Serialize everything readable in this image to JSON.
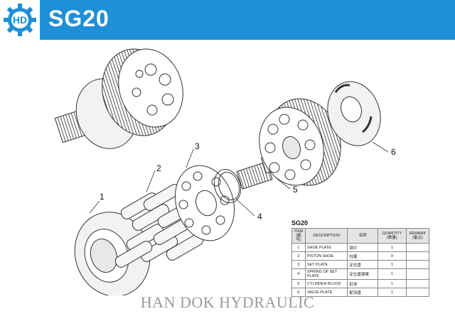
{
  "header": {
    "model": "SG20"
  },
  "logo": {
    "letters": "HD",
    "icon": "gear-logo-icon",
    "color": "#1f8fd6"
  },
  "callouts": [
    "1",
    "2",
    "3",
    "4",
    "5",
    "6"
  ],
  "parts_table": {
    "title": "SG20",
    "headers": [
      "ITEM (編号)",
      "DESCRIPTION",
      "名称",
      "QUANTITY (数量)",
      "REMARK (备注)"
    ],
    "rows": [
      {
        "item": "1",
        "description": "SHOE PLATE",
        "name_cn": "钢片",
        "quantity": "1",
        "remark": ""
      },
      {
        "item": "2",
        "description": "PISTON SHOE",
        "name_cn": "柱塞",
        "quantity": "9",
        "remark": ""
      },
      {
        "item": "3",
        "description": "SET PLATE",
        "name_cn": "定位盘",
        "quantity": "1",
        "remark": ""
      },
      {
        "item": "4",
        "description": "SPRING OF SET PLATE",
        "name_cn": "定位盘弹簧",
        "quantity": "1",
        "remark": ""
      },
      {
        "item": "5",
        "description": "CYLINDER BLOCK",
        "name_cn": "缸体",
        "quantity": "1",
        "remark": ""
      },
      {
        "item": "6",
        "description": "VALVE PLATE",
        "name_cn": "配流盘",
        "quantity": "1",
        "remark": ""
      }
    ]
  },
  "footer": {
    "company": "HAN DOK HYDRAULIC"
  }
}
